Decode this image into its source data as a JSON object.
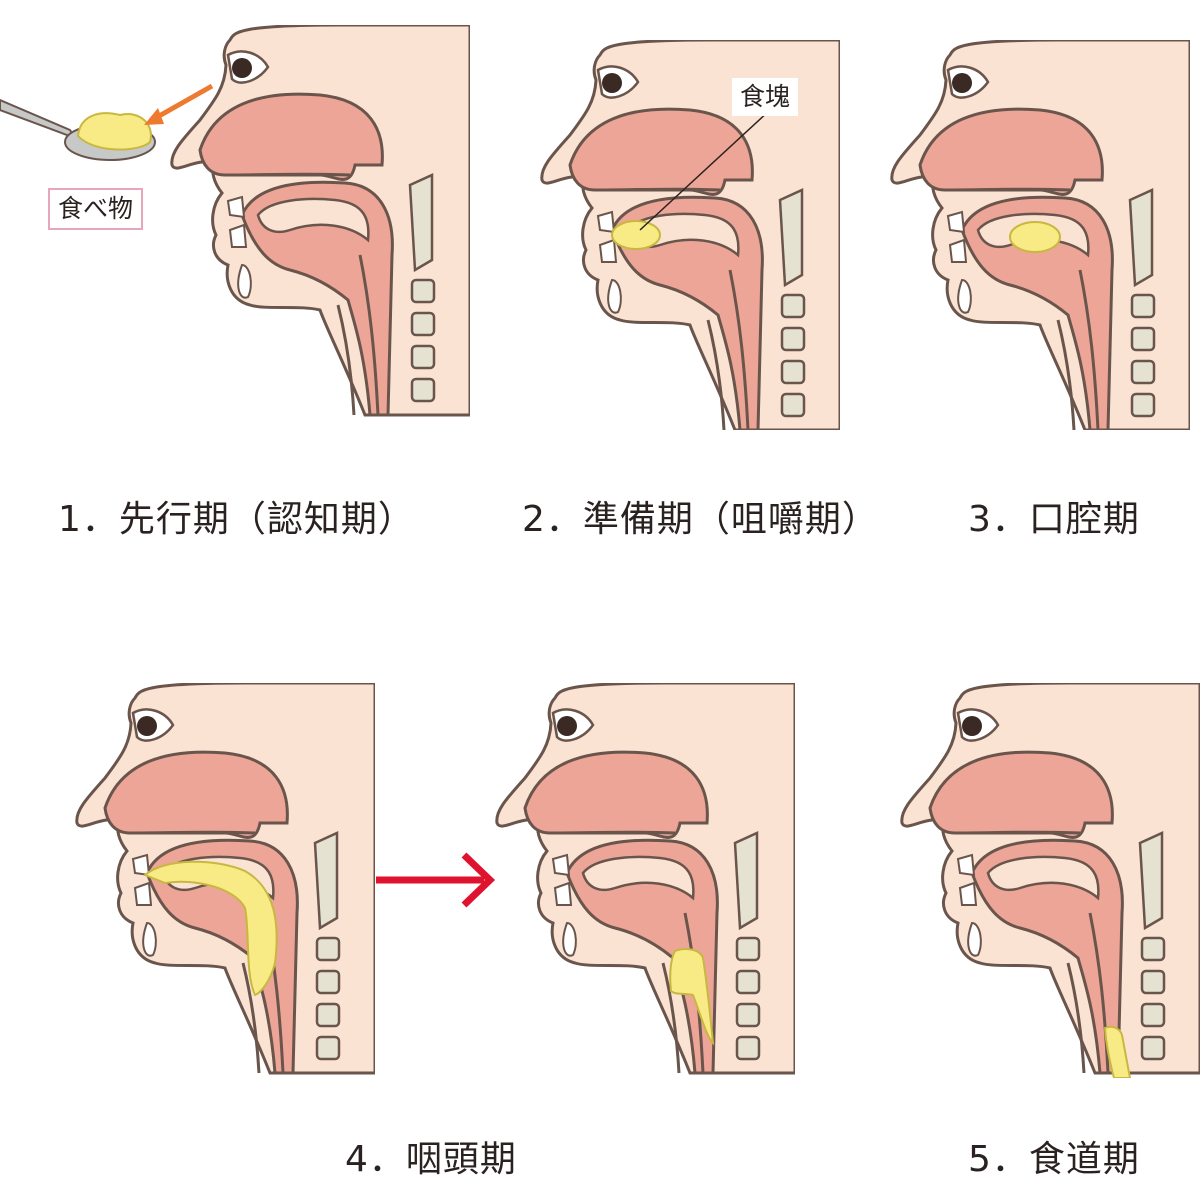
{
  "stages": [
    {
      "id": "s1",
      "label": "1．先行期（認知期）"
    },
    {
      "id": "s2",
      "label": "2．準備期（咀嚼期）"
    },
    {
      "id": "s3",
      "label": "3．口腔期"
    },
    {
      "id": "s4",
      "label": "4．咽頭期"
    },
    {
      "id": "s5",
      "label": "5．食道期"
    }
  ],
  "callouts": {
    "food": "食べ物",
    "bolus": "食塊"
  },
  "colors": {
    "skin": "#fbe3d3",
    "tissue": "#eca596",
    "outline": "#6a554c",
    "food": "#f8ea85",
    "bone": "#e5e2d1",
    "arrow_red": "#e0132f",
    "arrow_orange": "#ee7a30"
  }
}
